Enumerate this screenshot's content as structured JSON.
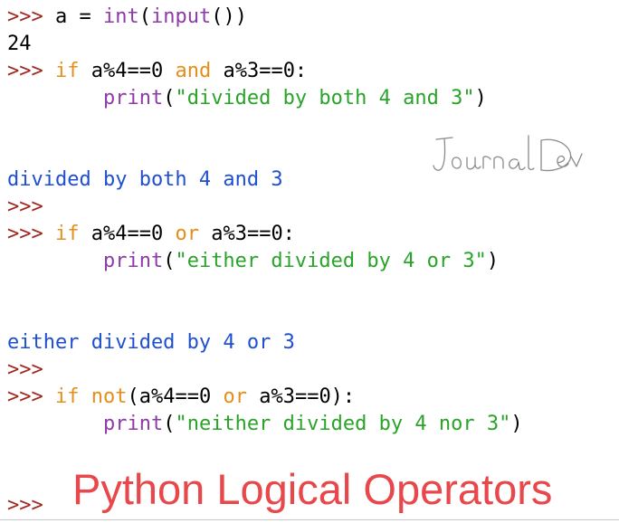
{
  "colors": {
    "prompt": "#a0251c",
    "keyword": "#e58e1a",
    "builtin": "#8e3aa8",
    "string": "#28a428",
    "output": "#1f4fd1",
    "banner": "#e8474c",
    "watermark": "#8a8a8a"
  },
  "prompt": ">>>",
  "lines": {
    "l1": {
      "code": " a = ",
      "fn_int": "int",
      "paren_open": "(",
      "fn_input": "input",
      "paren_close": "())"
    },
    "l2": {
      "output": "24"
    },
    "l3": {
      "kw_if": "if",
      "cond1": " a%4==0 ",
      "kw_and": "and",
      "cond2": " a%3==0:"
    },
    "l4": {
      "indent": "        ",
      "fn_print": "print",
      "open": "(",
      "string": "\"divided by both 4 and 3\"",
      "close": ")"
    },
    "l5": {
      "output": "divided by both 4 and 3"
    },
    "l7": {
      "kw_if": "if",
      "cond1": " a%4==0 ",
      "kw_or": "or",
      "cond2": " a%3==0:"
    },
    "l8": {
      "indent": "        ",
      "fn_print": "print",
      "open": "(",
      "string": "\"either divided by 4 or 3\"",
      "close": ")"
    },
    "l9": {
      "output": "either divided by 4 or 3"
    },
    "l11": {
      "kw_if": "if",
      "kw_not": "not",
      "cond1": "(a%4==0 ",
      "kw_or": "or",
      "cond2": " a%3==0):"
    },
    "l12": {
      "indent": "        ",
      "fn_print": "print",
      "open": "(",
      "string": "\"neither divided by 4 nor 3\"",
      "close": ")"
    }
  },
  "watermark_icon": "journaldev-signature-icon",
  "banner_title": "Python Logical Operators"
}
